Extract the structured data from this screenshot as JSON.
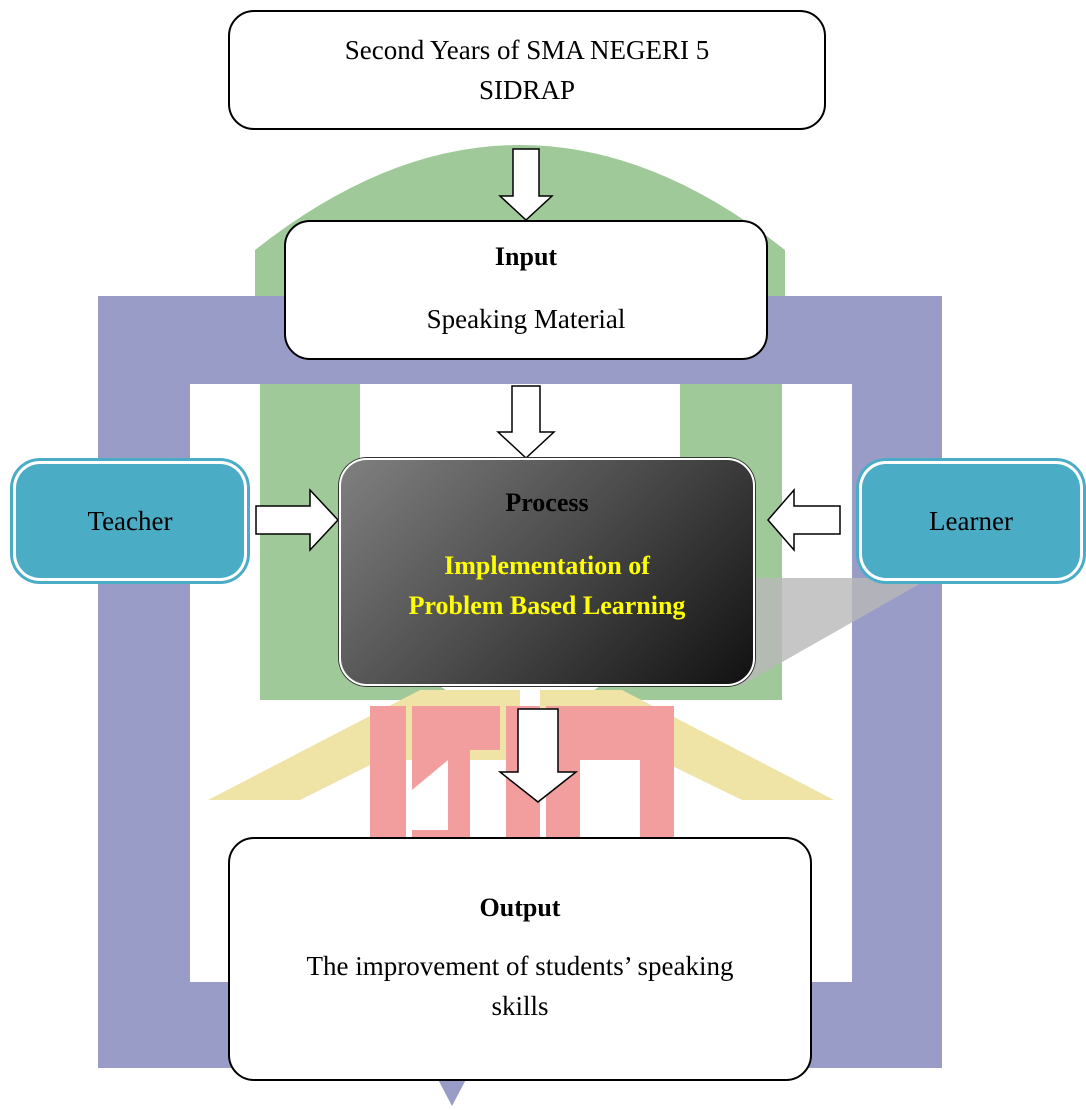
{
  "top_box": {
    "text_line1": "Second Years of SMA NEGERI 5",
    "text_line2": "SIDRAP"
  },
  "input_box": {
    "title": "Input",
    "text": "Speaking Material"
  },
  "process_box": {
    "title": "Process",
    "text_line1": "Implementation of",
    "text_line2": "Problem Based Learning"
  },
  "teacher_box": {
    "text": "Teacher"
  },
  "learner_box": {
    "text": "Learner"
  },
  "output_box": {
    "title": "Output",
    "text_line1": "The improvement of students’ speaking",
    "text_line2": "skills"
  },
  "colors": {
    "watermark_green": "#a0c99a",
    "watermark_purple": "#9a9cc8",
    "watermark_red": "#f29e9e",
    "watermark_yellow": "#efe3a6",
    "side_box_fill": "#4bacc6",
    "process_text": "#ffff00"
  }
}
